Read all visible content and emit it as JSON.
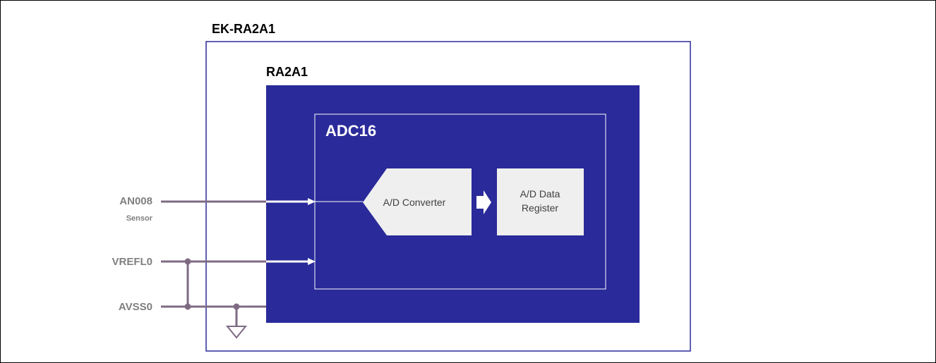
{
  "board": {
    "title": "EK-RA2A1"
  },
  "mcu": {
    "title": "RA2A1"
  },
  "peripheral": {
    "title": "ADC16"
  },
  "blocks": {
    "converter": "A/D Converter",
    "register_line1": "A/D Data",
    "register_line2": "Register"
  },
  "signals": {
    "an008": {
      "label": "AN008",
      "sub": "Sensor"
    },
    "vrefl0": {
      "label": "VREFL0"
    },
    "avss0": {
      "label": "AVSS0"
    }
  },
  "colors": {
    "mcu_fill": "#2a2a9a",
    "wire": "#7e6b83",
    "block_fill": "#efefef",
    "label": "#7f7f7f"
  }
}
